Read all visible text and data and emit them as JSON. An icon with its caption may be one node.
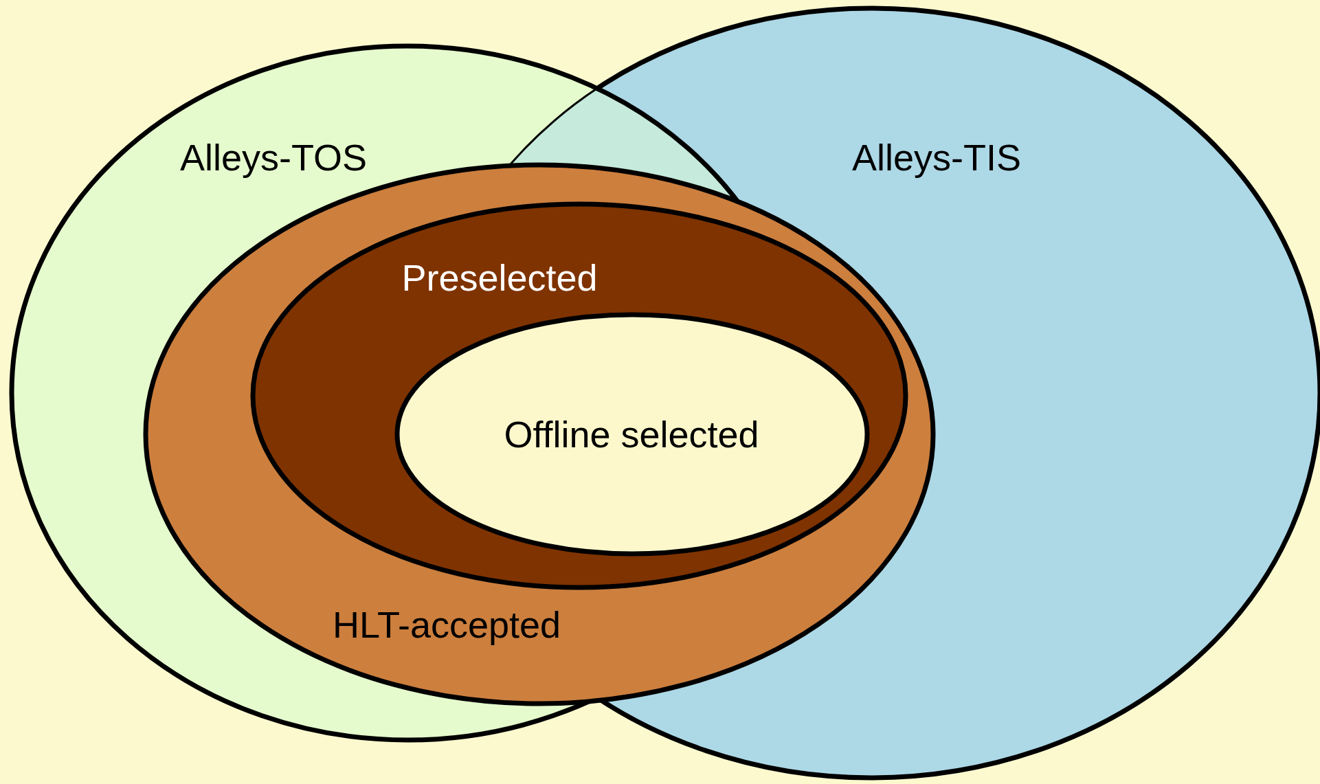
{
  "diagram": {
    "nodes": [
      {
        "text": [
          "Alleys-TOS"
        ]
      },
      {
        "text": [
          "Alleys-TIS"
        ]
      },
      {
        "text": [
          "HLT-accepted"
        ]
      },
      {
        "text": [
          "Preselected"
        ],
        "in": 2
      },
      {
        "text": [
          "Offline selected"
        ],
        "in": 3
      }
    ]
  }
}
